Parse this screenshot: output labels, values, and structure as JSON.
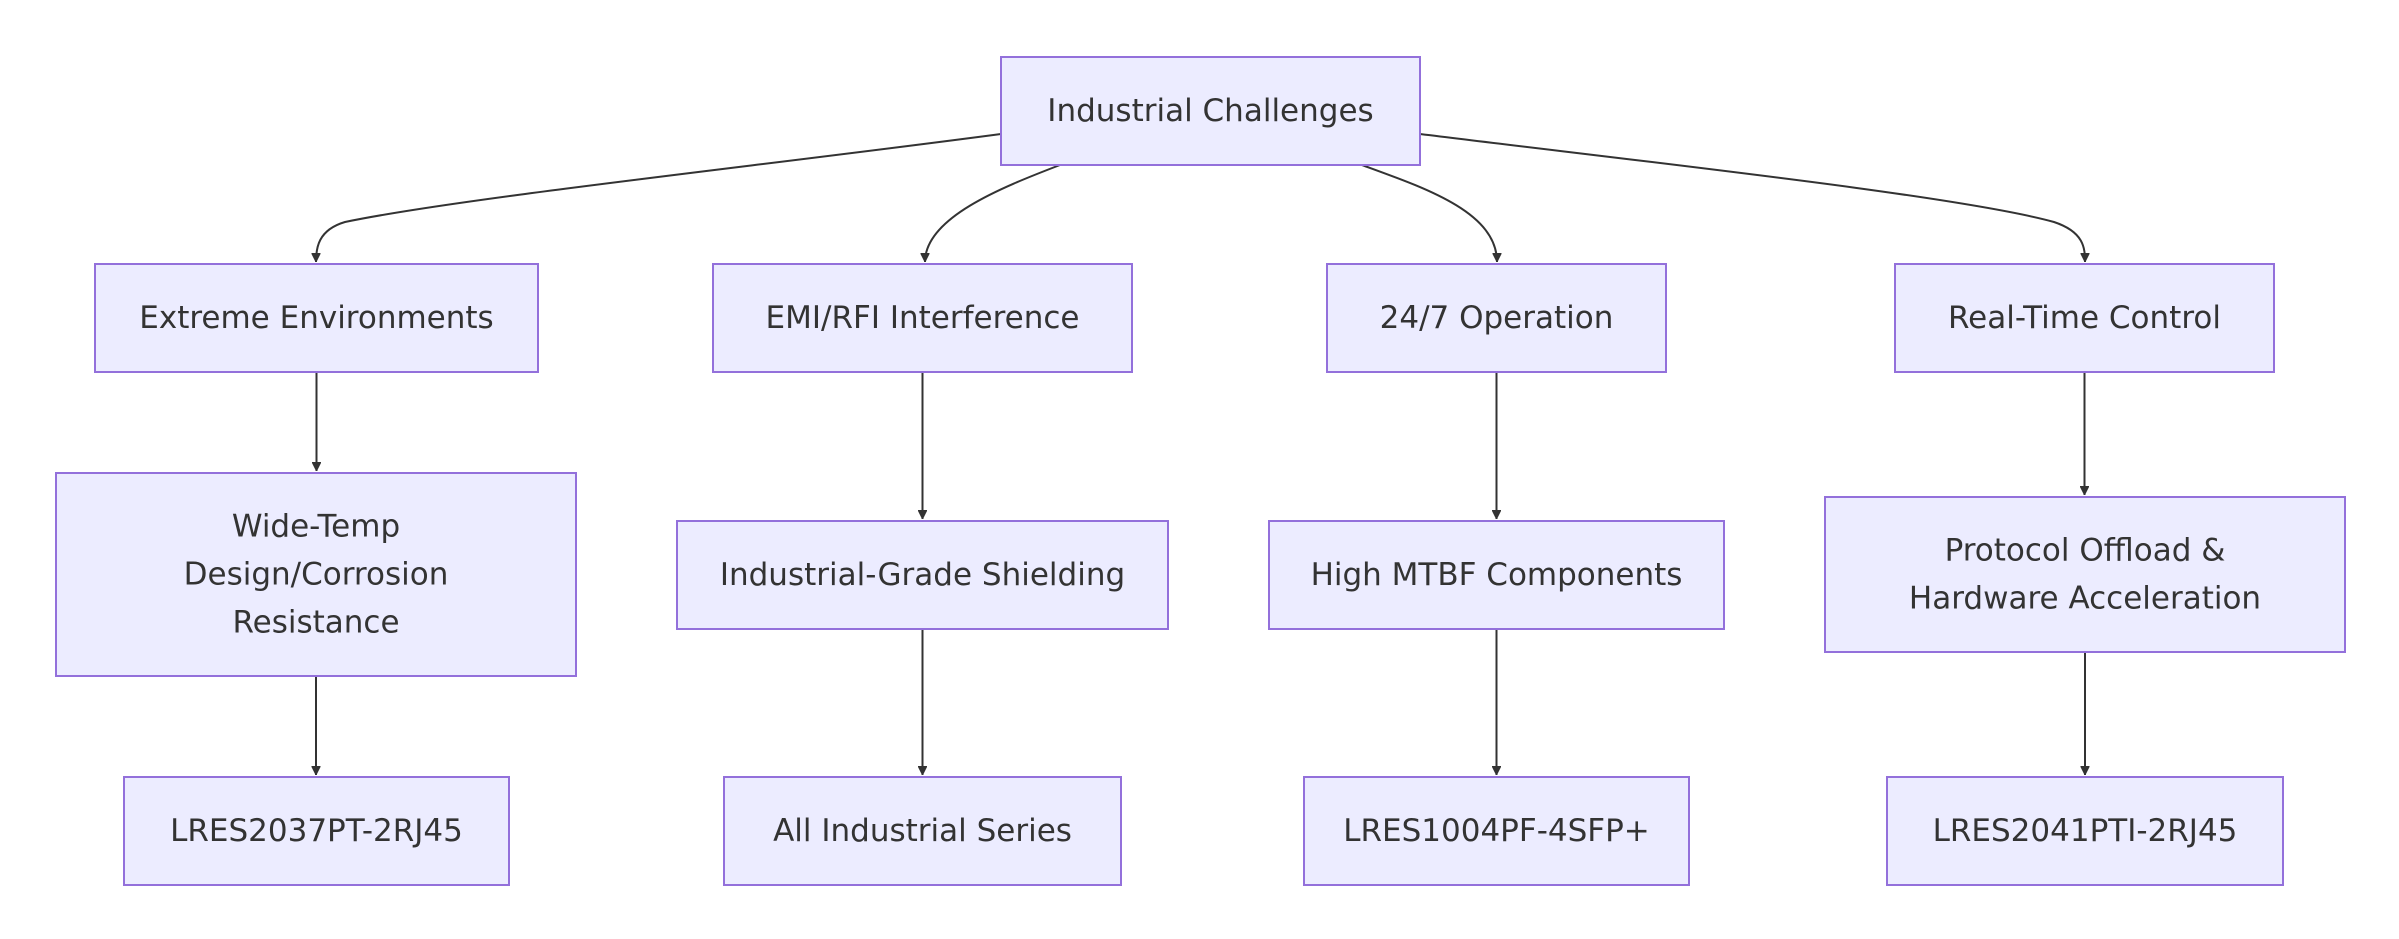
{
  "diagram": {
    "root": {
      "id": "root",
      "lines": [
        "Industrial Challenges"
      ]
    },
    "challenges": [
      {
        "id": "extreme",
        "lines": [
          "Extreme Environments"
        ]
      },
      {
        "id": "emi",
        "lines": [
          "EMI/RFI Interference"
        ]
      },
      {
        "id": "operation",
        "lines": [
          "24/7 Operation"
        ]
      },
      {
        "id": "realtime",
        "lines": [
          "Real-Time Control"
        ]
      }
    ],
    "solutions": [
      {
        "id": "widetemp",
        "lines": [
          "Wide-Temp",
          "Design/Corrosion",
          "Resistance"
        ]
      },
      {
        "id": "shielding",
        "lines": [
          "Industrial-Grade Shielding"
        ]
      },
      {
        "id": "mtbf",
        "lines": [
          "High MTBF Components"
        ]
      },
      {
        "id": "offload",
        "lines": [
          "Protocol Offload &",
          "Hardware Acceleration"
        ]
      }
    ],
    "products": [
      {
        "id": "lres2037",
        "lines": [
          "LRES2037PT-2RJ45"
        ]
      },
      {
        "id": "allseries",
        "lines": [
          "All Industrial Series"
        ]
      },
      {
        "id": "lres1004",
        "lines": [
          "LRES1004PF-4SFP+"
        ]
      },
      {
        "id": "lres2041",
        "lines": [
          "LRES2041PTI-2RJ45"
        ]
      }
    ],
    "edges": [
      [
        "root",
        "extreme"
      ],
      [
        "root",
        "emi"
      ],
      [
        "root",
        "operation"
      ],
      [
        "root",
        "realtime"
      ],
      [
        "extreme",
        "widetemp"
      ],
      [
        "emi",
        "shielding"
      ],
      [
        "operation",
        "mtbf"
      ],
      [
        "realtime",
        "offload"
      ],
      [
        "widetemp",
        "lres2037"
      ],
      [
        "shielding",
        "allseries"
      ],
      [
        "mtbf",
        "lres1004"
      ],
      [
        "offload",
        "lres2041"
      ]
    ],
    "colors": {
      "node_fill": "#ECECFF",
      "node_stroke": "#9370DB",
      "edge": "#333333",
      "text": "#333333"
    }
  }
}
